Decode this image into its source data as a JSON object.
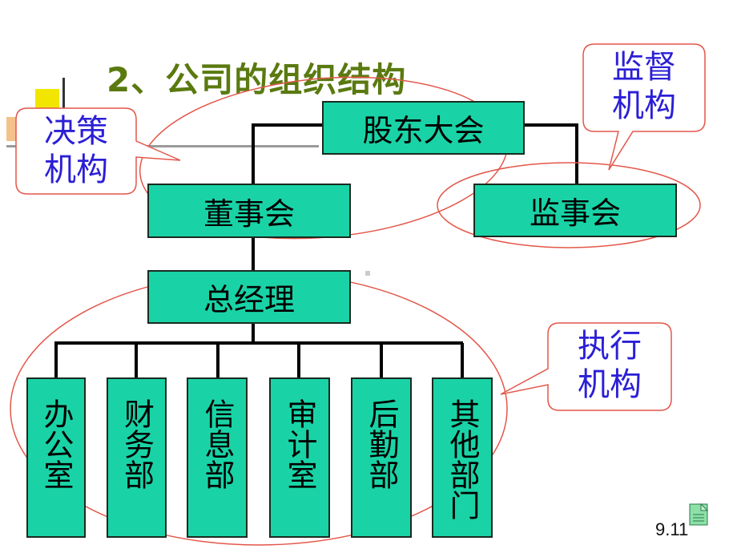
{
  "title": "2、公司的组织结构",
  "nodes": {
    "shareholders": "股东大会",
    "board": "董事会",
    "supervisory_board": "监事会",
    "general_manager": "总经理"
  },
  "departments": [
    "办公室",
    "财务部",
    "信息部",
    "审计室",
    "后勤部",
    "其他部门"
  ],
  "callouts": {
    "decision": "决策\n机构",
    "supervision": "监督\n机构",
    "execution": "执行\n机构"
  },
  "page_number": "9.11",
  "colors": {
    "box_fill": "#19d3a6",
    "title": "#5a7a10",
    "callout_text": "#2b1fd6",
    "ellipse": "#e3574a"
  }
}
